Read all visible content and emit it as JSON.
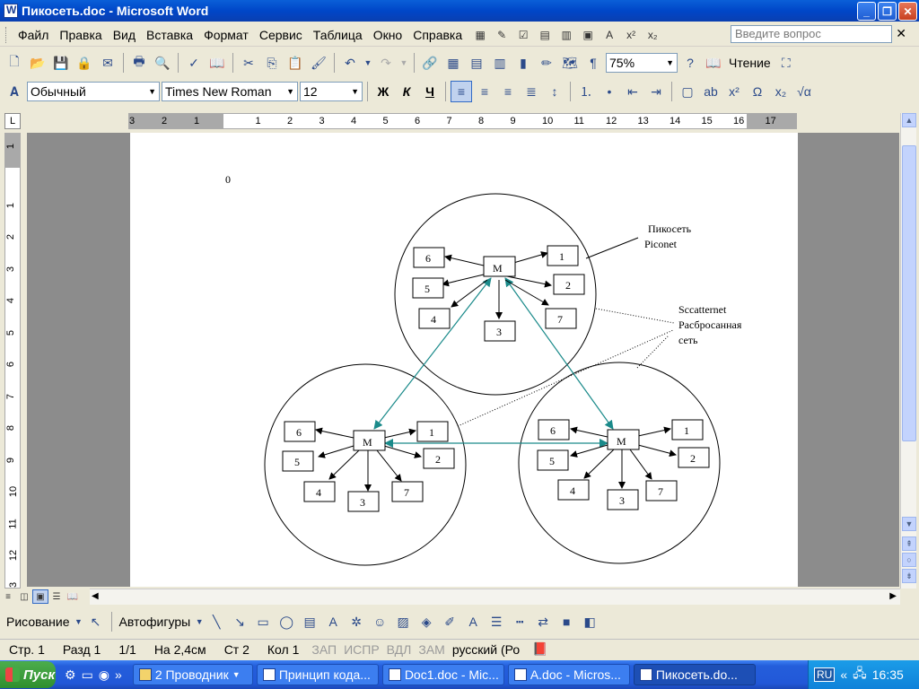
{
  "window": {
    "title": "Пикосеть.doc - Microsoft Word"
  },
  "menu": {
    "items": [
      "Файл",
      "Правка",
      "Вид",
      "Вставка",
      "Формат",
      "Сервис",
      "Таблица",
      "Окно",
      "Справка"
    ],
    "ask_placeholder": "Введите вопрос"
  },
  "standard_toolbar": {
    "zoom": "75%",
    "read_label": "Чтение"
  },
  "format_toolbar": {
    "style": "Обычный",
    "font": "Times New Roman",
    "size": "12",
    "bold": "Ж",
    "italic": "К",
    "underline": "Ч"
  },
  "ruler": {
    "h_ticks": [
      "3",
      "2",
      "1",
      "1",
      "2",
      "3",
      "4",
      "5",
      "6",
      "7",
      "8",
      "9",
      "10",
      "11",
      "12",
      "13",
      "14",
      "15",
      "16",
      "17"
    ],
    "v_ticks": [
      "1",
      "1",
      "2",
      "3",
      "4",
      "5",
      "6",
      "7",
      "8",
      "9",
      "10",
      "11",
      "12",
      "13"
    ]
  },
  "document": {
    "page_marker": "0",
    "label_piconet_ru": "Пикосеть",
    "label_piconet_en": "Piconet",
    "label_scatter_en": "Sccatternet",
    "label_scatter_ru1": "Расбросанная",
    "label_scatter_ru2": "сеть",
    "master": "M",
    "nodes": [
      "1",
      "2",
      "3",
      "4",
      "5",
      "6",
      "7"
    ]
  },
  "drawing_toolbar": {
    "draw_label": "Рисование",
    "autoshapes_label": "Автофигуры"
  },
  "status": {
    "page": "Стр.  1",
    "section": "Разд  1",
    "pages": "1/1",
    "at": "На 2,4см",
    "line": "Ст  2",
    "col": "Кол  1",
    "rec": "ЗАП",
    "trk": "ИСПР",
    "ext": "ВДЛ",
    "ovr": "ЗАМ",
    "lang": "русский (Ро"
  },
  "taskbar": {
    "start": "Пуск",
    "tasks": [
      "2 Проводник",
      "Принцип кода...",
      "Doc1.doc - Mic...",
      "A.doc - Micros...",
      "Пикосеть.do..."
    ],
    "tray_lang": "RU",
    "clock": "16:35"
  },
  "colors": {
    "arrow_teal": "#1a8a8a",
    "title_blue": "#0a5fd8",
    "taskbar_blue": "#245edb"
  }
}
